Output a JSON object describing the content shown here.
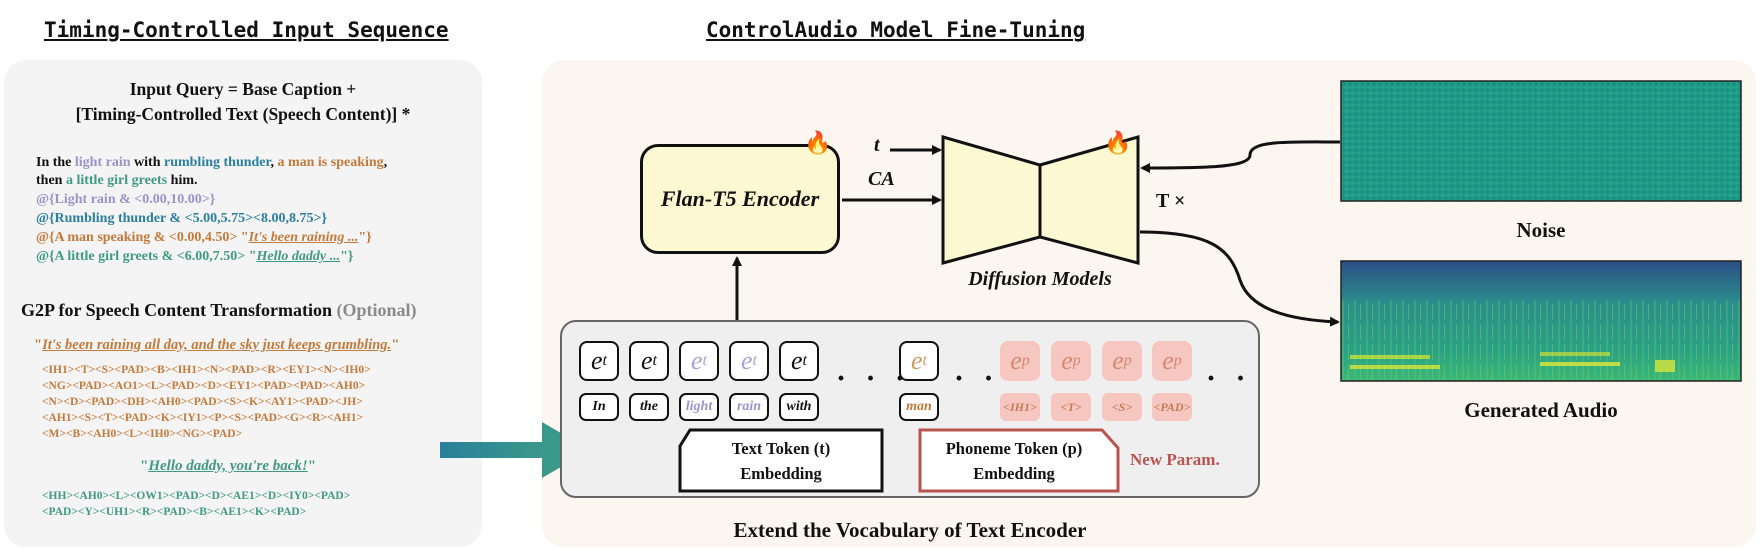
{
  "headings": {
    "left": "Timing-Controlled Input Sequence",
    "right": "ControlAudio Model Fine-Tuning"
  },
  "query": {
    "line1": "Input Query = Base Caption +",
    "line2": "[Timing-Controlled Text (Speech Content)] *"
  },
  "caption": {
    "p1": "In the ",
    "p2": "light rain",
    "p3": " with ",
    "p4": "rumbling thunder",
    "p5": ", ",
    "p6": "a man is speaking",
    "p7": ",",
    "p8": "then ",
    "p9": "a little girl greets",
    "p10": " him."
  },
  "timing": {
    "t1": "@{Light rain & <0.00,10.00>}",
    "t2": "@{Rumbling thunder & <5.00,5.75><8.00,8.75>}",
    "t3a": "@{A man speaking & <0.00,4.50> \"",
    "t3b": "It's been raining ...",
    "t3c": "\"}",
    "t4a": "@{A little girl greets & <6.00,7.50> \"",
    "t4b": "Hello daddy ...",
    "t4c": "\"}"
  },
  "g2p": {
    "title": "G2P for Speech Content Transformation",
    "optional": "(Optional)",
    "quote1_open": "\"",
    "quote1": "It's been raining all day, and the sky just keeps grumbling.",
    "quote1_close": "\"",
    "ph1": [
      "<IH1><T><S><PAD><B><IH1><N><PAD><R><EY1><N><IH0>",
      "<NG><PAD><AO1><L><PAD><D><EY1><PAD><PAD><AH0>",
      "<N><D><PAD><DH><AH0><PAD><S><K><AY1><PAD><JH>",
      "<AH1><S><T><PAD><K><IY1><P><S><PAD><G><R><AH1>",
      "<M><B><AH0><L><IH0><NG><PAD>"
    ],
    "quote2_open": "\"",
    "quote2": "Hello daddy, you're back!",
    "quote2_close": "\"",
    "ph2": [
      "<HH><AH0><L><OW1><PAD><D><AE1><D><IY0><PAD>",
      "<PAD><Y><UH1><R><PAD><B><AE1><K><PAD>"
    ]
  },
  "encoder": {
    "label": "Flan-T5 Encoder"
  },
  "diffusion": {
    "label": "Diffusion Models",
    "t_input": "t",
    "ca_input": "CA",
    "repeat": "T ×"
  },
  "audio": {
    "noise_label": "Noise",
    "generated_label": "Generated Audio"
  },
  "vocab": {
    "title": "Extend the Vocabulary of Text Encoder",
    "text_tokens": [
      "In",
      "the",
      "light",
      "rain",
      "with",
      "man"
    ],
    "phoneme_tokens": [
      "<IH1>",
      "<T>",
      "<S>",
      "<PAD>"
    ],
    "e_t": "e",
    "sub_t": "t",
    "sub_p": "p",
    "ellipsis": "· · ·",
    "ellipsis_short": "· ·",
    "text_embed_l1": "Text Token (t)",
    "text_embed_l2": "Embedding",
    "phon_embed_l1": "Phoneme Token (p)",
    "phon_embed_l2": "Embedding",
    "new_param": "New Param."
  },
  "colors": {
    "purple": "#9b93c9",
    "teal": "#2a7fa0",
    "orange": "#c47a3a",
    "green": "#3f9a80",
    "encoder_fill": "#fbf8d2",
    "phoneme_fill": "#f6c7c0",
    "new_param": "#b85450"
  },
  "icons": [
    "fire-icon",
    "arrow-icon"
  ]
}
